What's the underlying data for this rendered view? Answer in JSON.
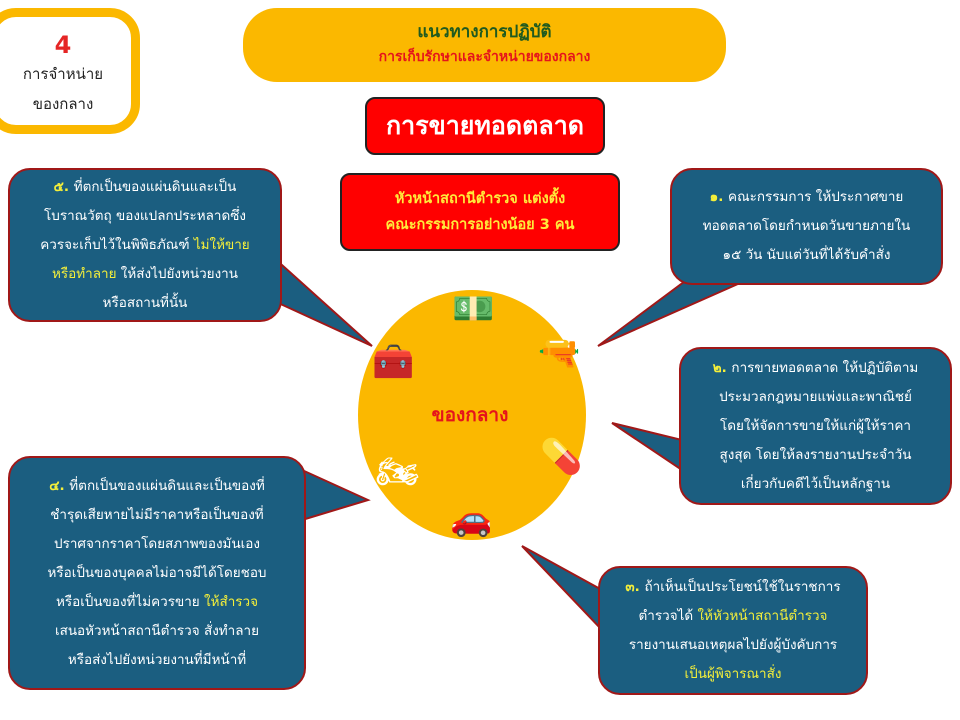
{
  "badge": {
    "number": "4",
    "line1": "การจำหน่าย",
    "line2": "ของกลาง"
  },
  "header": {
    "title": "แนวทางการปฏิบัติ",
    "subtitle": "การเก็บรักษาและจำหน่ายของกลาง"
  },
  "main_title": "การขายทอดตลาด",
  "appointment": {
    "line1": "หัวหน้าสถานีตำรวจ แต่งตั้ง",
    "line2": "คณะกรรมการอย่างน้อย 3 คน"
  },
  "center": {
    "label": "ของกลาง",
    "icons": [
      "money-icon",
      "treasure-chest-icon",
      "gun-icon",
      "motorcycle-icon",
      "pills-icon",
      "car-icon"
    ]
  },
  "colors": {
    "yellow": "#FBB800",
    "red": "#ff0000",
    "bubble": "#1b5e80",
    "highlight": "#f4ef3a"
  },
  "bubbles": {
    "b1": {
      "lines": [
        [
          {
            "t": "๑. ",
            "n": true
          },
          {
            "t": "คณะกรรมการ ให้ประกาศขาย"
          }
        ],
        [
          {
            "t": "ทอดตลาดโดยกำหนดวันขายภายใน"
          }
        ],
        [
          {
            "t": "๑๕ วัน นับแต่วันที่ได้รับคำสั่ง"
          }
        ]
      ]
    },
    "b2": {
      "lines": [
        [
          {
            "t": "๒. ",
            "n": true
          },
          {
            "t": "การขายทอดตลาด ให้ปฏิบัติตาม"
          }
        ],
        [
          {
            "t": "ประมวลกฎหมายแพ่งและพาณิชย์"
          }
        ],
        [
          {
            "t": "โดยให้จัดการขายให้แก่ผู้ให้ราคา"
          }
        ],
        [
          {
            "t": "สูงสุด โดยให้ลงรายงานประจำวัน"
          }
        ],
        [
          {
            "t": "เกี่ยวกับคดีไว้เป็นหลักฐาน"
          }
        ]
      ]
    },
    "b3": {
      "lines": [
        [
          {
            "t": "๓. ",
            "n": true
          },
          {
            "t": "ถ้าเห็นเป็นประโยชน์ใช้ในราชการ"
          }
        ],
        [
          {
            "t": "ตำรวจได้ "
          },
          {
            "t": "ให้หัวหน้าสถานีตำรวจ",
            "h": true
          }
        ],
        [
          {
            "t": "รายงานเสนอเหตุผลไปยังผู้บังคับการ"
          }
        ],
        [
          {
            "t": "เป็นผู้พิจารณาสั่ง",
            "h": true
          }
        ]
      ]
    },
    "b4": {
      "lines": [
        [
          {
            "t": "๔. ",
            "n": true
          },
          {
            "t": "ที่ตกเป็นของแผ่นดินและเป็นของที่"
          }
        ],
        [
          {
            "t": "ชำรุดเสียหายไม่มีราคาหรือเป็นของที่"
          }
        ],
        [
          {
            "t": "ปราศจากราคาโดยสภาพของมันเอง"
          }
        ],
        [
          {
            "t": "หรือเป็นของบุคคลไม่อาจมีได้โดยชอบ"
          }
        ],
        [
          {
            "t": "หรือเป็นของที่ไม่ควรขาย  "
          },
          {
            "t": "ให้สำรวจ",
            "h": true
          }
        ],
        [
          {
            "t": "เสนอหัวหน้าสถานีตำรวจ  สั่งทำลาย"
          }
        ],
        [
          {
            "t": "หรือส่งไปยังหน่วยงานที่มีหน้าที่"
          }
        ]
      ]
    },
    "b5": {
      "lines": [
        [
          {
            "t": "๕. ",
            "n": true
          },
          {
            "t": "ที่ตกเป็นของแผ่นดินและเป็น"
          }
        ],
        [
          {
            "t": "โบราณวัตถุ  ของแปลกประหลาดซึ่ง"
          }
        ],
        [
          {
            "t": "ควรจะเก็บไว้ในพิพิธภัณฑ์  "
          },
          {
            "t": "ไม่ให้ขาย",
            "h": true
          }
        ],
        [
          {
            "t": "หรือทำลาย",
            "h": true
          },
          {
            "t": " ให้ส่งไปยังหน่วยงาน"
          }
        ],
        [
          {
            "t": "หรือสถานที่นั้น"
          }
        ]
      ]
    }
  }
}
